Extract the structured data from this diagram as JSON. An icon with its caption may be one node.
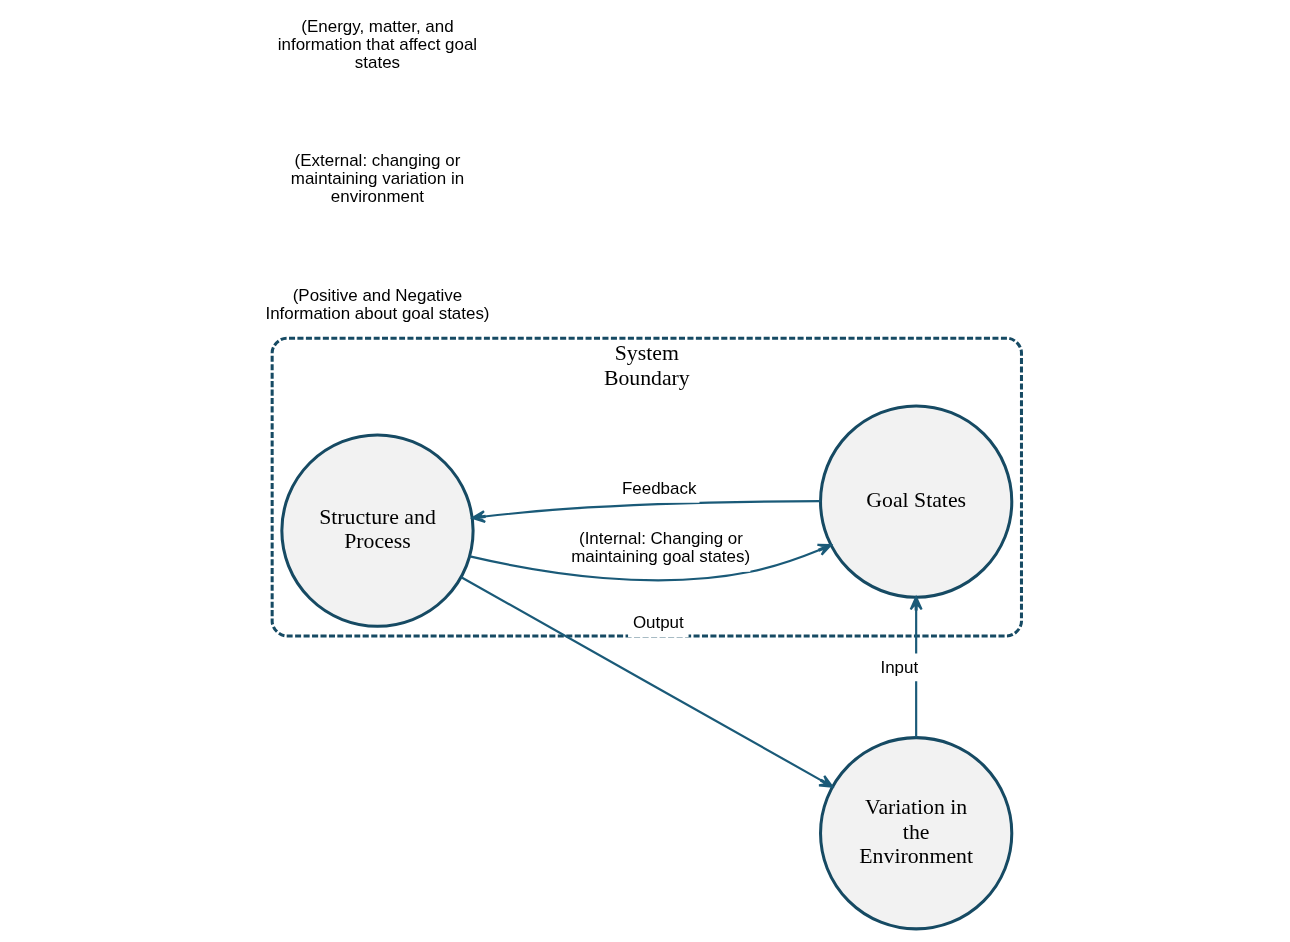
{
  "diagram": {
    "nodes": [
      {
        "text": [
          "System Boundary"
        ]
      },
      {
        "text": [
          "Structure and Process"
        ],
        "in": 0
      },
      {
        "text": [
          "Goal States"
        ],
        "in": 0
      },
      {
        "text": [
          "Variation in the Environment"
        ]
      }
    ],
    "edges": [
      {
        "from": 2,
        "to": 1,
        "arrow": "to",
        "label": "Feedback"
      },
      {
        "from": 1,
        "to": 2,
        "arrow": "to",
        "label": "(Internal: Changing or maintaining goal states)"
      },
      {
        "from": 1,
        "to": 3,
        "arrow": "to",
        "label": "Output"
      },
      {
        "from": 3,
        "to": 2,
        "arrow": "to",
        "label": "Input"
      }
    ],
    "labels": [
      "(Positive and Negative Information about goal states)",
      "(External: changing or maintaining variation in environment",
      "(Energy, matter, and information that affect goal states"
    ]
  }
}
